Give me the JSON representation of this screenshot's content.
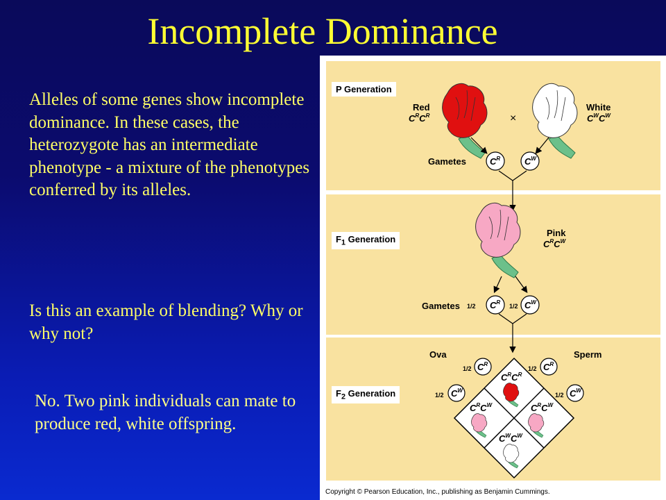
{
  "slide": {
    "title": "Incomplete Dominance",
    "paragraph1": "Alleles of some genes show incomplete dominance.  In these cases, the heterozygote has an intermediate phenotype - a mixture of the phenotypes conferred by its alleles.",
    "paragraph2": "Is this an example of blending? Why or why not?",
    "paragraph3": "No.  Two pink individuals can mate to produce red, white offspring."
  },
  "figure": {
    "p_generation": {
      "label": "P Generation",
      "left_phenotype": "Red",
      "right_phenotype": "White",
      "cross_symbol": "×",
      "gametes_label": "Gametes"
    },
    "f1_generation": {
      "label": "F",
      "label_sub": "1",
      "label_suffix": " Generation",
      "phenotype": "Pink",
      "gametes_label": "Gametes",
      "fraction": "1/2"
    },
    "f2_generation": {
      "label": "F",
      "label_sub": "2",
      "label_suffix": " Generation",
      "ova_label": "Ova",
      "sperm_label": "Sperm",
      "fraction": "1/2"
    },
    "allele_letter": "C",
    "allele_red": "R",
    "allele_white": "W",
    "copyright": "Copyright © Pearson Education, Inc., publishing as Benjamin Cummings."
  },
  "colors": {
    "title": "#ffff33",
    "body_text": "#ffff66",
    "panel_bg": "#f9e2a0",
    "red_flower": "#e01010",
    "pink_flower": "#f7a8c4",
    "white_flower": "#ffffff",
    "leaf": "#6cc08a"
  }
}
